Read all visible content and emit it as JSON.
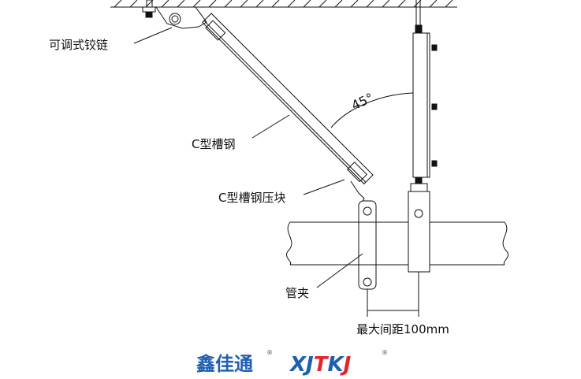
{
  "labels": {
    "hinge": "可调式铰链",
    "channel": "C型槽钢",
    "channel_clamp": "C型槽钢压块",
    "pipe_clamp": "管夹",
    "spacing": "最大间距100mm",
    "angle": "45°"
  },
  "logo": {
    "cn": "鑫佳通",
    "en_letters": [
      "X",
      "J",
      "T",
      "K",
      "J"
    ],
    "registered": "®"
  },
  "colors": {
    "line": "#111111",
    "logo_blue": "#1f5fb0",
    "logo_red": "#e0262b"
  }
}
